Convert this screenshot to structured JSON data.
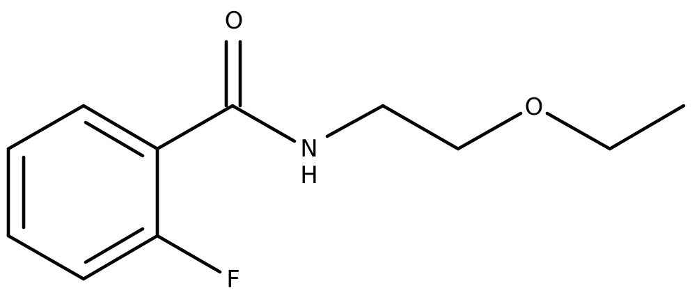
{
  "molecule": {
    "atoms": {
      "carbonyl_oxygen": "O",
      "amide_nitrogen": "N",
      "amide_hydrogen": "H",
      "ether_oxygen": "O",
      "fluorine": "F"
    }
  }
}
